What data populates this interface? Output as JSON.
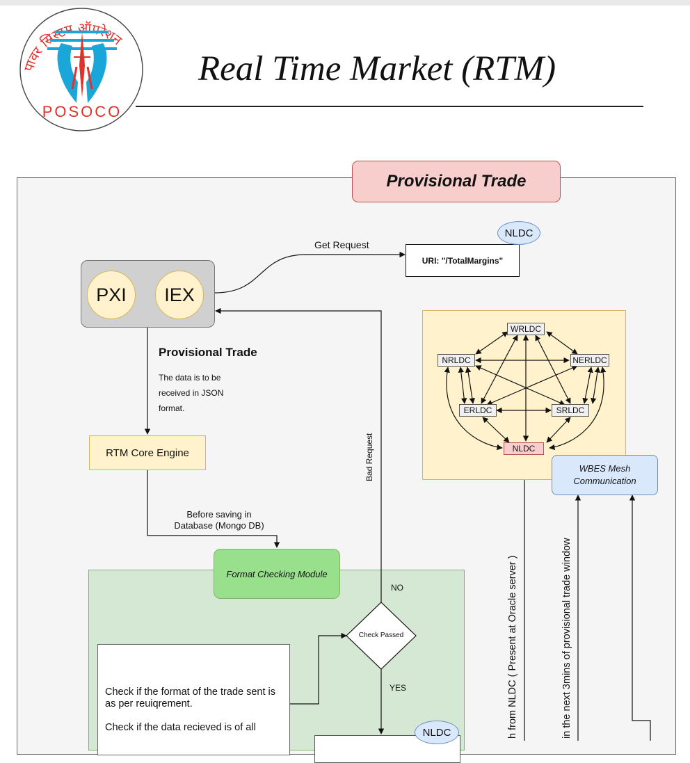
{
  "logo": {
    "hindi_text": "पावर सिस्टम ऑपरेशन",
    "org_text": "POSOCO"
  },
  "header": {
    "title": "Real Time Market (RTM)"
  },
  "panel": {
    "title": "Provisional Trade"
  },
  "exchanges": {
    "pxi": "PXI",
    "iex": "IEX"
  },
  "get_request": {
    "label": "Get Request",
    "uri": "URI: \"/TotalMargins\"",
    "badge": "NLDC"
  },
  "provisional_trade": {
    "title": "Provisional Trade",
    "lines": [
      "The data is to be",
      "received in JSON",
      "format."
    ]
  },
  "core_engine": {
    "label": "RTM Core Engine"
  },
  "before_saving": {
    "lines": [
      "Before saving in",
      "Database (Mongo DB)"
    ]
  },
  "format_checking": {
    "label": "Format Checking Module"
  },
  "decision": {
    "label": "Check Passed",
    "no": "NO",
    "yes": "YES",
    "bad_request": "Bad Request"
  },
  "checks": {
    "item1": "Check if the format of the trade sent is as per reuiqrement.",
    "item2": "Check if the data recieved is of all"
  },
  "bottom_badge": "NLDC",
  "mesh": {
    "nodes": {
      "wrldc": "WRLDC",
      "nrldc": "NRLDC",
      "nerldc": "NERLDC",
      "erldc": "ERLDC",
      "srldc": "SRLDC",
      "nldc": "NLDC"
    },
    "wbes": "WBES Mesh Communication"
  },
  "vertical_labels": {
    "left": "h from NLDC ( Present at Oracle server )",
    "right": "in the next 3mins of provisional trade window"
  },
  "colors": {
    "header_fill": "#f8cecc",
    "exchange_fill": "#fff2cc",
    "format_zone": "#d5e8d4",
    "format_module": "#98e08b",
    "wbes_fill": "#dae8fc",
    "logo_cyan": "#1aa6d8",
    "logo_red": "#e0312a"
  }
}
